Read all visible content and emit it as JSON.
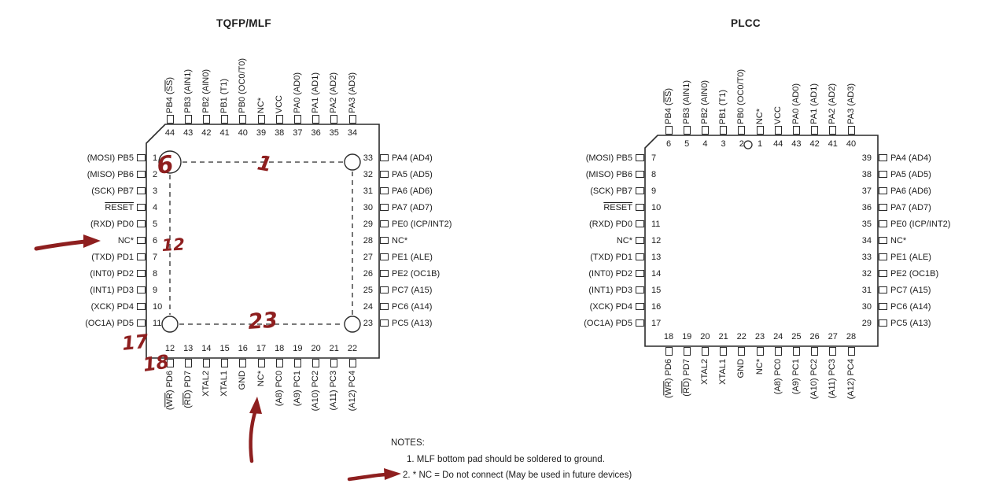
{
  "chips": [
    {
      "id": "tqfp",
      "title": "TQFP/MLF",
      "left": [
        {
          "n": "1",
          "l": "(MOSI) PB5"
        },
        {
          "n": "2",
          "l": "(MISO) PB6"
        },
        {
          "n": "3",
          "l": "(SCK) PB7"
        },
        {
          "n": "4",
          "l": "RESET",
          "ov": "RESET"
        },
        {
          "n": "5",
          "l": "(RXD) PD0"
        },
        {
          "n": "6",
          "l": "NC*"
        },
        {
          "n": "7",
          "l": "(TXD) PD1"
        },
        {
          "n": "8",
          "l": "(INT0) PD2"
        },
        {
          "n": "9",
          "l": "(INT1) PD3"
        },
        {
          "n": "10",
          "l": "(XCK) PD4"
        },
        {
          "n": "11",
          "l": "(OC1A) PD5"
        }
      ],
      "top": [
        {
          "n": "44",
          "l": "PB4 (SS)",
          "ov": "SS"
        },
        {
          "n": "43",
          "l": "PB3 (AIN1)"
        },
        {
          "n": "42",
          "l": "PB2 (AIN0)"
        },
        {
          "n": "41",
          "l": "PB1 (T1)"
        },
        {
          "n": "40",
          "l": "PB0 (OC0/T0)"
        },
        {
          "n": "39",
          "l": "NC*"
        },
        {
          "n": "38",
          "l": "VCC"
        },
        {
          "n": "37",
          "l": "PA0 (AD0)"
        },
        {
          "n": "36",
          "l": "PA1 (AD1)"
        },
        {
          "n": "35",
          "l": "PA2 (AD2)"
        },
        {
          "n": "34",
          "l": "PA3 (AD3)"
        }
      ],
      "right": [
        {
          "n": "33",
          "l": "PA4 (AD4)"
        },
        {
          "n": "32",
          "l": "PA5 (AD5)"
        },
        {
          "n": "31",
          "l": "PA6 (AD6)"
        },
        {
          "n": "30",
          "l": "PA7 (AD7)"
        },
        {
          "n": "29",
          "l": "PE0 (ICP/INT2)"
        },
        {
          "n": "28",
          "l": "NC*"
        },
        {
          "n": "27",
          "l": "PE1 (ALE)"
        },
        {
          "n": "26",
          "l": "PE2 (OC1B)"
        },
        {
          "n": "25",
          "l": "PC7 (A15)"
        },
        {
          "n": "24",
          "l": "PC6 (A14)"
        },
        {
          "n": "23",
          "l": "PC5 (A13)"
        }
      ],
      "bottom": [
        {
          "n": "12",
          "l": "(WR) PD6",
          "ov": "WR"
        },
        {
          "n": "13",
          "l": "(RD) PD7",
          "ov": "RD"
        },
        {
          "n": "14",
          "l": "XTAL2"
        },
        {
          "n": "15",
          "l": "XTAL1"
        },
        {
          "n": "16",
          "l": "GND"
        },
        {
          "n": "17",
          "l": "NC*"
        },
        {
          "n": "18",
          "l": "(A8) PC0"
        },
        {
          "n": "19",
          "l": "(A9) PC1"
        },
        {
          "n": "20",
          "l": "(A10) PC2"
        },
        {
          "n": "21",
          "l": "(A11) PC3"
        },
        {
          "n": "22",
          "l": "(A12) PC4"
        }
      ]
    },
    {
      "id": "plcc",
      "title": "PLCC",
      "left": [
        {
          "n": "7",
          "l": "(MOSI) PB5"
        },
        {
          "n": "8",
          "l": "(MISO) PB6"
        },
        {
          "n": "9",
          "l": "(SCK) PB7"
        },
        {
          "n": "10",
          "l": "RESET",
          "ov": "RESET"
        },
        {
          "n": "11",
          "l": "(RXD) PD0"
        },
        {
          "n": "12",
          "l": "NC*"
        },
        {
          "n": "13",
          "l": "(TXD) PD1"
        },
        {
          "n": "14",
          "l": "(INT0) PD2"
        },
        {
          "n": "15",
          "l": "(INT1) PD3"
        },
        {
          "n": "16",
          "l": "(XCK) PD4"
        },
        {
          "n": "17",
          "l": "(OC1A) PD5"
        }
      ],
      "top": [
        {
          "n": "6",
          "l": "PB4 (SS)",
          "ov": "SS"
        },
        {
          "n": "5",
          "l": "PB3 (AIN1)"
        },
        {
          "n": "4",
          "l": "PB2 (AIN0)"
        },
        {
          "n": "3",
          "l": "PB1 (T1)"
        },
        {
          "n": "2",
          "l": "PB0 (OC0/T0)"
        },
        {
          "n": "1",
          "l": "NC*"
        },
        {
          "n": "44",
          "l": "VCC"
        },
        {
          "n": "43",
          "l": "PA0 (AD0)"
        },
        {
          "n": "42",
          "l": "PA1 (AD1)"
        },
        {
          "n": "41",
          "l": "PA2 (AD2)"
        },
        {
          "n": "40",
          "l": "PA3 (AD3)"
        }
      ],
      "right": [
        {
          "n": "39",
          "l": "PA4 (AD4)"
        },
        {
          "n": "38",
          "l": "PA5 (AD5)"
        },
        {
          "n": "37",
          "l": "PA6 (AD6)"
        },
        {
          "n": "36",
          "l": "PA7 (AD7)"
        },
        {
          "n": "35",
          "l": "PE0 (ICP/INT2)"
        },
        {
          "n": "34",
          "l": "NC*"
        },
        {
          "n": "33",
          "l": "PE1 (ALE)"
        },
        {
          "n": "32",
          "l": "PE2 (OC1B)"
        },
        {
          "n": "31",
          "l": "PC7 (A15)"
        },
        {
          "n": "30",
          "l": "PC6 (A14)"
        },
        {
          "n": "29",
          "l": "PC5 (A13)"
        }
      ],
      "bottom": [
        {
          "n": "18",
          "l": "(WR) PD6",
          "ov": "WR"
        },
        {
          "n": "19",
          "l": "(RD) PD7",
          "ov": "RD"
        },
        {
          "n": "20",
          "l": "XTAL2"
        },
        {
          "n": "21",
          "l": "XTAL1"
        },
        {
          "n": "22",
          "l": "GND"
        },
        {
          "n": "23",
          "l": "NC*"
        },
        {
          "n": "24",
          "l": "(A8) PC0"
        },
        {
          "n": "25",
          "l": "(A9) PC1"
        },
        {
          "n": "26",
          "l": "(A10) PC2"
        },
        {
          "n": "27",
          "l": "(A11) PC3"
        },
        {
          "n": "28",
          "l": "(A12) PC4"
        }
      ]
    }
  ],
  "notes": {
    "heading": "NOTES:",
    "items": [
      "1. MLF bottom pad should be soldered to ground.",
      "2. * NC = Do not connect (May be used in future devices)"
    ]
  },
  "annotations": {
    "color": "#8e1f1f",
    "marks": [
      {
        "text": "6"
      },
      {
        "text": "1"
      },
      {
        "text": "12"
      },
      {
        "text": "23"
      },
      {
        "text": "17"
      },
      {
        "text": "18"
      }
    ]
  }
}
